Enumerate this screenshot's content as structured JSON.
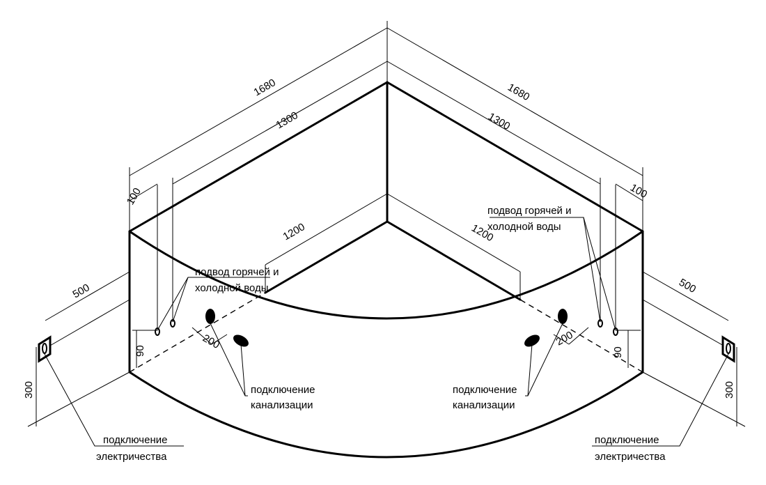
{
  "dimensions": {
    "outer_left": "1680",
    "outer_right": "1680",
    "inner_left": "1300",
    "inner_right": "1300",
    "offset_left": "100",
    "offset_right": "100",
    "depth_left": "1200",
    "depth_right": "1200",
    "side_left": "500",
    "side_right": "500",
    "height_left": "300",
    "height_right": "300",
    "drain_left": "200",
    "drain_right": "200",
    "water_height_left": "90",
    "water_height_right": "90"
  },
  "labels": {
    "water_left": [
      "подвод горячей и",
      "холодной воды"
    ],
    "water_right": [
      "подвод горячей и",
      "холодной воды"
    ],
    "drain_left": [
      "подключение",
      "канализации"
    ],
    "drain_right": [
      "подключение",
      "канализации"
    ],
    "electric_left": [
      "подключение",
      "электричества"
    ],
    "electric_right": [
      "подключение",
      "электричества"
    ]
  }
}
